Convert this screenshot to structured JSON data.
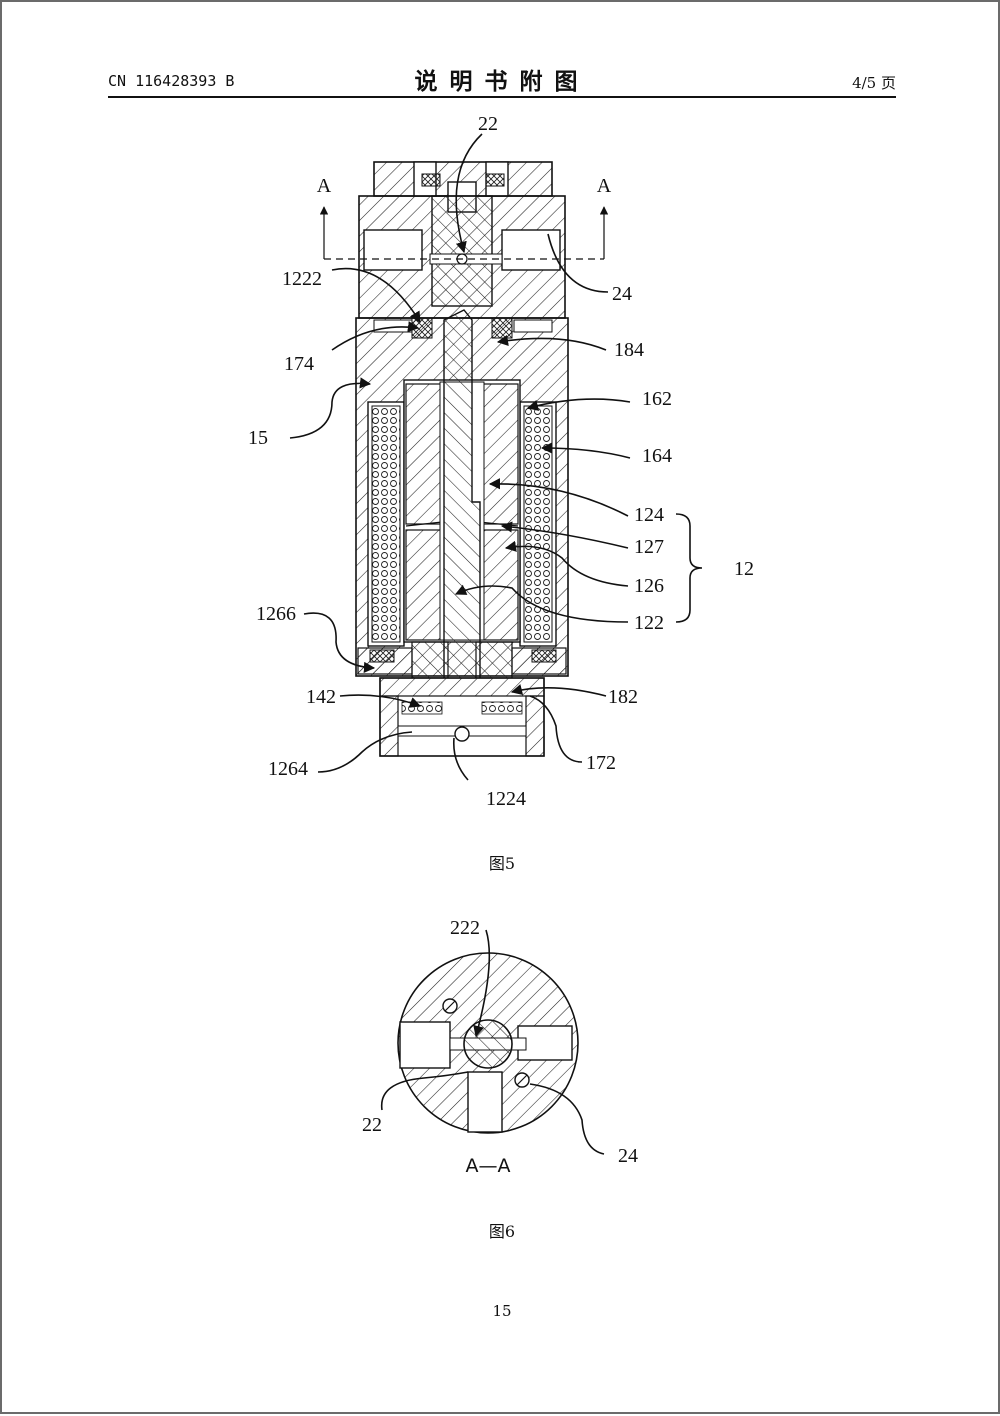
{
  "header": {
    "patent_number": "CN 116428393 B",
    "doc_title": "说明书附图",
    "page_indicator": "4/5 页"
  },
  "figures": [
    {
      "caption": "图5",
      "section_marks": [
        "A",
        "A"
      ],
      "labels": [
        "22",
        "1222",
        "24",
        "174",
        "184",
        "15",
        "162",
        "164",
        "124",
        "127",
        "126",
        "122",
        "12",
        "1266",
        "142",
        "182",
        "1264",
        "172",
        "1224"
      ]
    },
    {
      "caption": "图6",
      "section_title": "A—A",
      "labels": [
        "222",
        "22",
        "24"
      ]
    }
  ],
  "footer": {
    "page_number": "15"
  }
}
